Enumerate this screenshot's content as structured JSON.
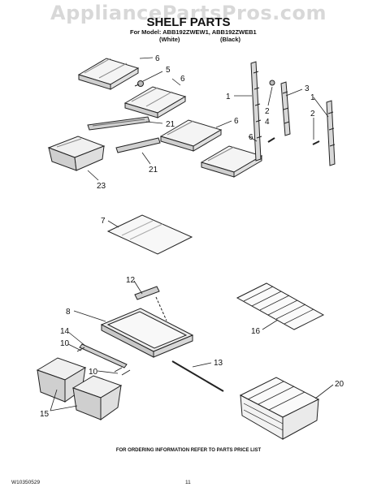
{
  "watermark": "AppliancePartsPros.com",
  "title": "SHELF PARTS",
  "model_line": "For Model: ABB192ZWEW1, ABB192ZWEB1",
  "variants": [
    "(White)",
    "(Black)"
  ],
  "callouts": [
    "6",
    "5",
    "6",
    "21",
    "21",
    "23",
    "6",
    "6",
    "1",
    "2",
    "4",
    "3",
    "1",
    "2",
    "7",
    "12",
    "8",
    "14",
    "10",
    "10",
    "15",
    "13",
    "16",
    "20"
  ],
  "footer": {
    "ordering_note": "FOR ORDERING INFORMATION REFER TO PARTS PRICE LIST",
    "doc_code": "W10350529",
    "page_number": "11"
  }
}
